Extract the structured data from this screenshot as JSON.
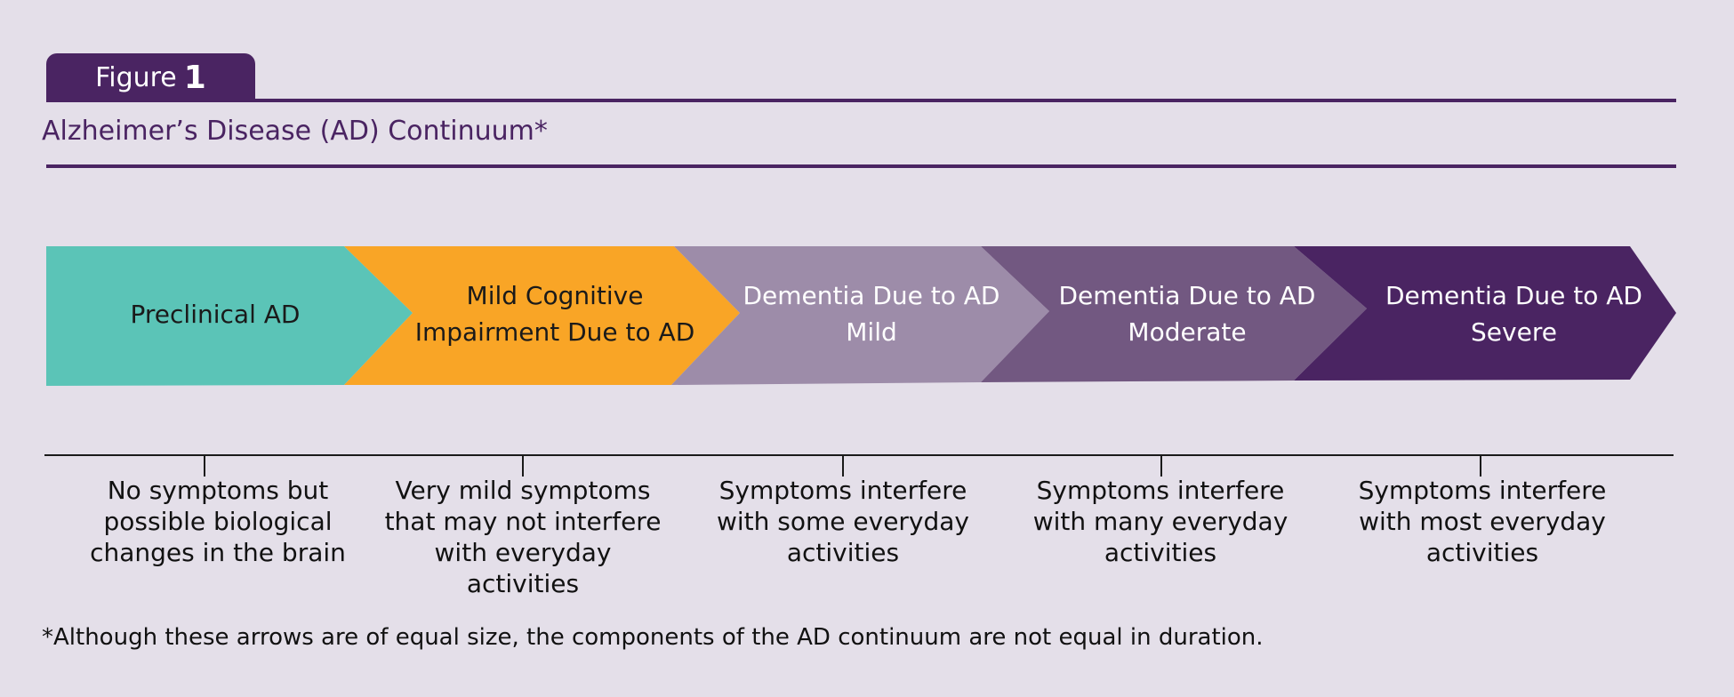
{
  "figure_tab": {
    "word": "Figure",
    "number": "1"
  },
  "title": "Alzheimer’s Disease (AD) Continuum*",
  "stages": [
    {
      "lines": [
        "Preclinical AD"
      ],
      "color": "#5bc4b7",
      "text_color": "#1a1a1a"
    },
    {
      "lines": [
        "Mild Cognitive",
        "Impairment Due to AD"
      ],
      "color": "#f9a526",
      "text_color": "#1a1a1a"
    },
    {
      "lines": [
        "Dementia Due to AD",
        "Mild"
      ],
      "color": "#9d8ca9",
      "text_color": "#ffffff"
    },
    {
      "lines": [
        "Dementia Due to AD",
        "Moderate"
      ],
      "color": "#725881",
      "text_color": "#ffffff"
    },
    {
      "lines": [
        "Dementia Due to AD",
        "Severe"
      ],
      "color": "#4a2462",
      "text_color": "#ffffff"
    }
  ],
  "descriptions": [
    [
      "No symptoms but",
      "possible biological",
      "changes in the brain"
    ],
    [
      "Very mild symptoms",
      "that may not interfere",
      "with everyday activities"
    ],
    [
      "Symptoms interfere",
      "with some everyday",
      "activities"
    ],
    [
      "Symptoms interfere",
      "with many everyday",
      "activities"
    ],
    [
      "Symptoms interfere",
      "with most everyday",
      "activities"
    ]
  ],
  "footnote": "*Although these arrows are of equal size, the components of the AD continuum are not equal in duration."
}
